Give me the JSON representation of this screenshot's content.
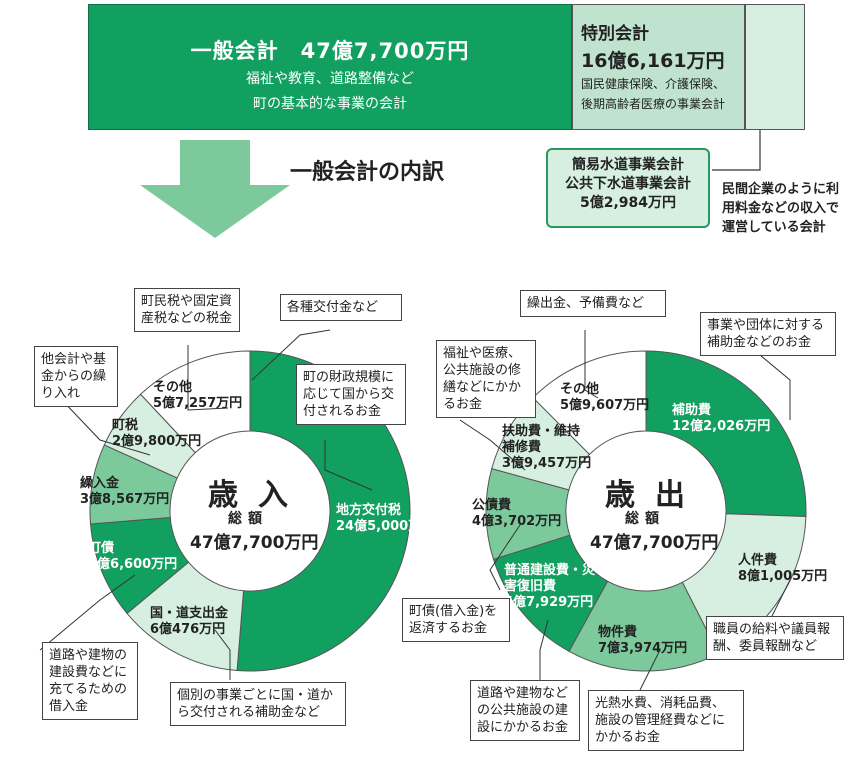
{
  "top": {
    "general_title": "一般会計　47億7,700万円",
    "general_desc_1": "福祉や教育、道路整備など",
    "general_desc_2": "町の基本的な事業の会計",
    "special_title": "特別会計",
    "special_value": "16億6,161万円",
    "special_desc_1": "国民健康保険、介護保険、",
    "special_desc_2": "後期高齢者医療の事業会計",
    "corp_line_1": "簡易水道事業会計",
    "corp_line_2": "公共下水道事業会計",
    "corp_value": "5億2,984万円",
    "corp_note": "民間企業のように利用料金などの収入で運営している会計",
    "breakdown_title": "一般会計の内訳"
  },
  "colors": {
    "dark_green": "#12a060",
    "mid_green": "#7cc99c",
    "light_green": "#d6efe0",
    "white": "#ffffff"
  },
  "chart_data": [
    {
      "type": "pie",
      "title": "歳入",
      "center_sub": "総額",
      "center_total": "47億7,700万円",
      "categories": [
        "地方交付税",
        "国・道支出金",
        "町債",
        "繰入金",
        "町税",
        "その他"
      ],
      "values": [
        245000,
        60476,
        46600,
        38567,
        29800,
        57257
      ],
      "value_labels": [
        "24億5,000万円",
        "6億476万円",
        "4億6,600万円",
        "3億8,567万円",
        "2億9,800万円",
        "5億7,257万円"
      ],
      "slice_colors": [
        "#12a060",
        "#d6efe0",
        "#12a060",
        "#7cc99c",
        "#d6efe0",
        "#ffffff"
      ]
    },
    {
      "type": "pie",
      "title": "歳出",
      "center_sub": "総額",
      "center_total": "47億7,700万円",
      "categories": [
        "補助費",
        "人件費",
        "物件費",
        "普通建設費・災害復旧費",
        "公債費",
        "扶助費・維持補修費",
        "その他"
      ],
      "values": [
        122026,
        81005,
        73974,
        57929,
        43702,
        39457,
        59607
      ],
      "value_labels": [
        "12億2,026万円",
        "8億1,005万円",
        "7億3,974万円",
        "5億7,929万円",
        "4億3,702万円",
        "3億9,457万円",
        "5億9,607万円"
      ],
      "slice_colors": [
        "#12a060",
        "#d6efe0",
        "#7cc99c",
        "#12a060",
        "#7cc99c",
        "#d6efe0",
        "#ffffff"
      ]
    }
  ],
  "callouts": {
    "rev_other": "町民税や固定資産税などの税金",
    "rev_grants": "各種交付金など",
    "rev_transfer": "他会計や基金からの繰り入れ",
    "rev_kotsuzei": "町の財政規模に応じて国から交付されるお金",
    "rev_bond": "道路や建物の建設費などに充てるための借入金",
    "rev_subsidy": "個別の事業ごとに国・道から交付される補助金など",
    "exp_other": "繰出金、予備費など",
    "exp_welfare": "福祉や医療、公共施設の修繕などにかかるお金",
    "exp_hojo": "事業や団体に対する補助金などのお金",
    "exp_debt": "町債(借入金)を返済するお金",
    "exp_salary": "職員の給料や議員報酬、委員報酬など",
    "exp_const": "道路や建物などの公共施設の建設にかかるお金",
    "exp_goods": "光熱水費、消耗品費、施設の管理経費などにかかるお金"
  }
}
